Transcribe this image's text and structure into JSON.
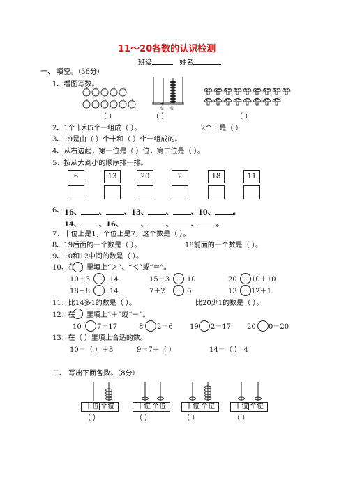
{
  "title": "11～20各数的认识检测",
  "header": {
    "class_label": "班级",
    "name_label": "姓名"
  },
  "s1": {
    "heading": "一、  填空。（36分）",
    "q1": "1、看图写数。",
    "blank_paren": "（    ）",
    "q2a": "2、1个十和5个一组成（     ）。",
    "q2b": "2个十是（     ）",
    "q3": "3、19是由（   ）个十和（   ）个一组成的。",
    "q4": "4、从右边起，第一位是（     ）位，第二位是（     ）。",
    "q5": "5、按从大到小的顺序排一排。",
    "q5_numbers": [
      "6",
      "13",
      "20",
      "2",
      "18",
      "11"
    ],
    "q6_label": "6、",
    "q6_line1": [
      "16、",
      "、",
      "、13、",
      "、",
      "、10、",
      "。"
    ],
    "q6_line2": [
      "14、",
      "、16、",
      "、",
      "、",
      "、",
      "。"
    ],
    "q7": "7、十位上是1，个位上是7，这个数是（       ）。",
    "q8a": "8、19后面的一个数是（     ）。",
    "q8b": "18前面的一个数是（     ）。",
    "q9": "9、10和12中间的数是（       ）。",
    "q10_a": "10、在",
    "q10_b": "里填上“＞”、“＜”或“＝”。",
    "q10_items": [
      {
        "l": "10＋3",
        "r": "14"
      },
      {
        "l": "15－3",
        "r": "10"
      },
      {
        "l": "20",
        "r": "10＋10"
      },
      {
        "l": "18－8",
        "r": "14"
      },
      {
        "l": "7＋2",
        "r": "6"
      },
      {
        "l": "13",
        "r": "12＋1"
      }
    ],
    "q11a": "11、比14多1的数是（     ）。",
    "q11b": "比20少1的数是（     ）。",
    "q12_a": "12、在",
    "q12_b": "里填上“＋”或“－”。",
    "q12_items": [
      {
        "l": "10",
        "r": "7＝17"
      },
      {
        "l": "8",
        "r": "2＝6"
      },
      {
        "l": "19",
        "r": "2＝17"
      },
      {
        "l": "20",
        "r": "0＝20"
      }
    ],
    "q13": "13、在（   ）里填上合适的数。",
    "q13_items": [
      "10＝（     ）＋8",
      "9＝7＋（    ）",
      "14＝（    ）-4"
    ]
  },
  "s2": {
    "heading": "二、  写出下面各数。（8分）",
    "tens": "十位",
    "ones": "个位"
  },
  "abacus_top": {
    "tens_label": "十",
    "ones_label": "个",
    "tens_sub": "位",
    "ones_sub": "位"
  }
}
